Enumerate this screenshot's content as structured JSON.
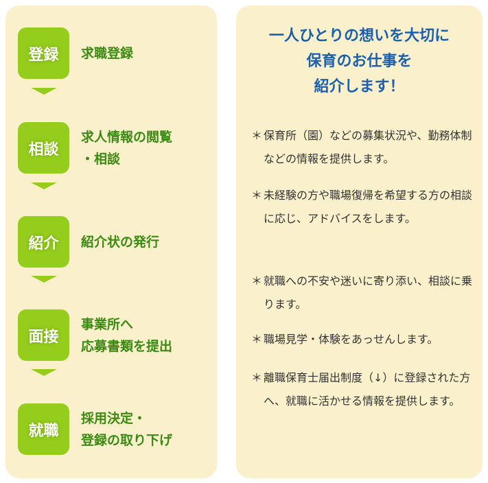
{
  "steps": [
    {
      "badge": "登録",
      "label": "求職登録"
    },
    {
      "badge": "相談",
      "label": "求人情報の閲覧\n・相談"
    },
    {
      "badge": "紹介",
      "label": "紹介状の発行"
    },
    {
      "badge": "面接",
      "label": "事業所へ\n応募書類を提出"
    },
    {
      "badge": "就職",
      "label": "採用決定・\n登録の取り下げ"
    }
  ],
  "right": {
    "title": "一人ひとりの想いを大切に\n保育のお仕事を\n紹介します！",
    "bullet_mark": "＊",
    "bullets": [
      "保育所（園）などの募集状況や、勤務体制などの情報を提供します。",
      "未経験の方や職場復帰を希望する方の相談に応じ、アドバイスをします。",
      "就職への不安や迷いに寄り添い、相談に乗ります。",
      "職場見学・体験をあっせんします。",
      "離職保育士届出制度（↓）に登録された方へ、就職に活かせる情報を提供します。"
    ]
  },
  "colors": {
    "panel": "#faf1cc",
    "badge": "#94cd1c",
    "step_text": "#3b8a12",
    "title": "#1b5fae"
  }
}
